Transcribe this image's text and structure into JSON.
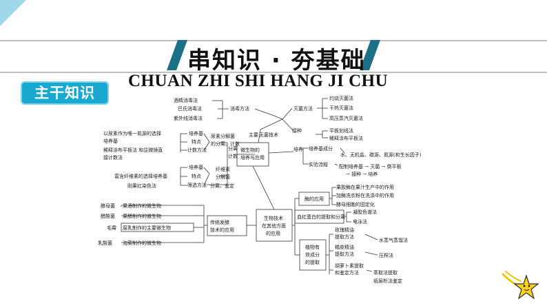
{
  "header": {
    "title": "串知识 · 夯基础",
    "subtitle": "CHUAN ZHI SHI HANG JI CHU",
    "badge": "主干知识"
  },
  "colors": {
    "accent": "#18a8d0",
    "dark_accent": "#1d6f86",
    "text": "#1a1a1a"
  },
  "decor": {
    "corner": "corner-fold",
    "star": "star-icon"
  },
  "diagram": {
    "center": [
      "生物技术",
      "在其他方面",
      "的应用"
    ],
    "top_center": [
      "微生物的",
      "培养与应用"
    ],
    "main_label": "主要",
    "wujun": "无菌技术",
    "xiaodu_fangfa": "消毒方法",
    "xiaodu": [
      "酒精消毒法",
      "巴氏消毒法",
      "紫外线消毒法"
    ],
    "miejun_fangfa": "灭菌方法",
    "miejun": [
      "灼烧灭菌法",
      "干热灭菌法",
      "高压蒸汽灭菌法"
    ],
    "jiezhong": "接种",
    "jiezhong_items": [
      "平板划线法",
      "稀释涂布平板法"
    ],
    "peiyang_label": "培养",
    "peiyangji": "培养基成分",
    "peiyangji_desc": "水、无机盐、碳源、氮源(和生长因子)",
    "shiyan": "实验流程",
    "liucheng1": "配制培养基 → 灭菌 → 倒平板",
    "liucheng2": "→ 接种 → 培养",
    "fenli_jishu": [
      "分离",
      "计数"
    ],
    "niaosu_left1": "以尿素作为唯一氮源的选择",
    "niaosu_left2": "培养基",
    "niaosu_left3": "稀释涂布平板法  和显微镜直",
    "niaosu_left4": "接计数法",
    "niaosu_mid": [
      "培养基",
      "特点",
      "计数方法"
    ],
    "niaosu_right": [
      "尿素分解菌",
      "的分离、计数"
    ],
    "xianwei_left1": "富含纤维素的选择培养基",
    "xianwei_left2": "刚果红染色法",
    "xianwei_mid": [
      "培养基",
      "特点",
      "筛选方法"
    ],
    "xianwei_right": [
      "纤维素",
      "分解菌"
    ],
    "fenli_jianding": "分离、鉴定",
    "fajiao": [
      "传统发酵",
      "技术的应用"
    ],
    "fajiao_items": [
      {
        "organism": "酵母菌",
        "product": "果酒制作的微生物"
      },
      {
        "organism": "醋酸菌",
        "product": "果醋制作的微生物"
      },
      {
        "organism": "毛霉",
        "product": "腐乳制作的主要微生物"
      },
      {
        "organism": "乳酸菌",
        "product": "泡菜制作的微生物"
      }
    ],
    "mei": "酶的应用",
    "mei_items": [
      "果胶酶在果汁生产中的作用",
      "加酶洗衣粉在洗涤中的作用",
      "酵母细胞的固定化"
    ],
    "xuehong": "血红蛋白的提取和分离",
    "xuehong_items": [
      "凝胶色谱法",
      "电泳法"
    ],
    "zhiwu": [
      "植物有",
      "效成分",
      "的提取"
    ],
    "meigui": [
      "玫瑰精油",
      "提取方法"
    ],
    "meigui_method": "水蒸气蒸馏法",
    "juzipi": [
      "橘皮精油",
      "提取方法"
    ],
    "juzipi_method": "压榨法",
    "huluobo": [
      "胡萝卜素提取",
      "和鉴定方法"
    ],
    "huluobo_methods": [
      "萃取法提取",
      "纸层析法鉴定"
    ]
  }
}
